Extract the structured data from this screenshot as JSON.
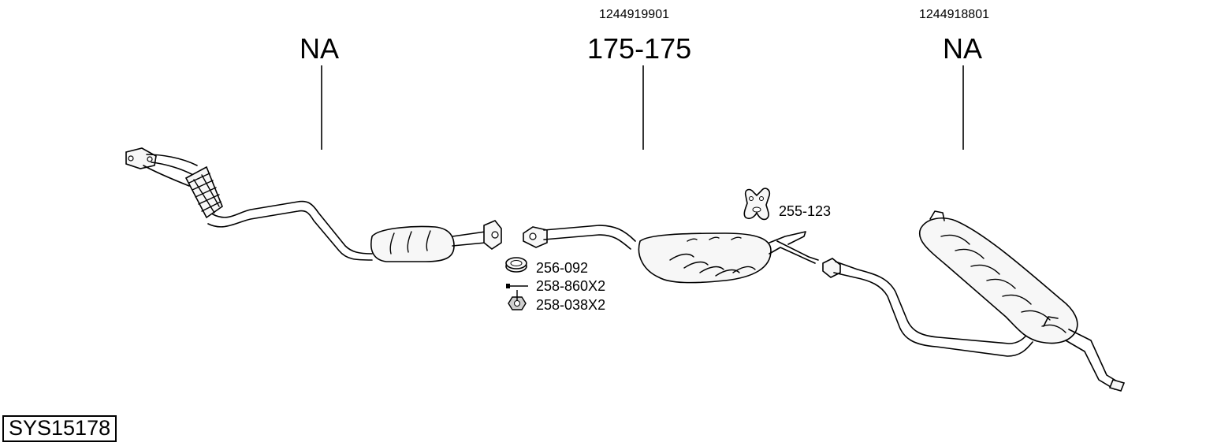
{
  "diagram": {
    "system_code": "SYS15178",
    "sections": [
      {
        "oe_number": "",
        "part_number": "NA"
      },
      {
        "oe_number": "1244919901",
        "part_number": "175-175"
      },
      {
        "oe_number": "1244918801",
        "part_number": "NA"
      }
    ],
    "accessories": [
      {
        "part_number": "255-123",
        "icon": "exhaust-hanger-icon"
      },
      {
        "part_number": "256-092",
        "icon": "gasket-ring-icon"
      },
      {
        "part_number": "258-860X2",
        "icon": "bolt-icon"
      },
      {
        "part_number": "258-038X2",
        "icon": "nut-icon"
      }
    ]
  }
}
